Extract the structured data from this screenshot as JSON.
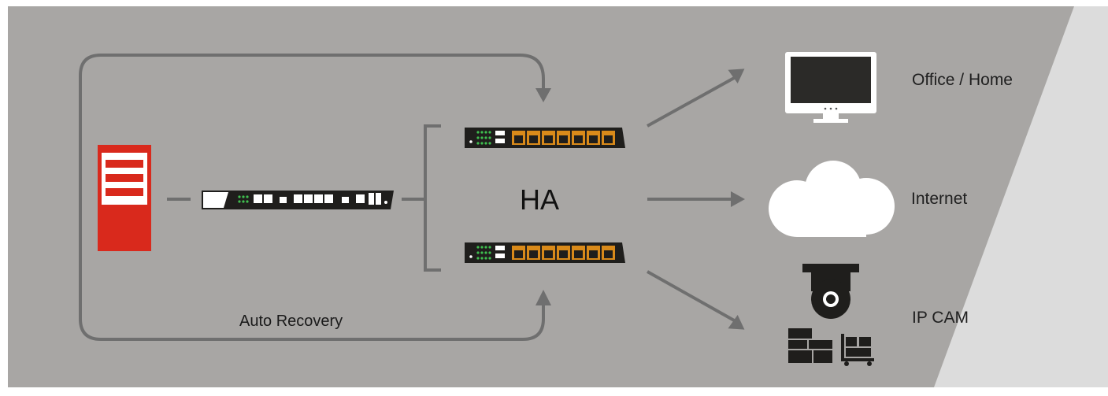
{
  "diagram": {
    "ha_label": "HA",
    "auto_recovery_label": "Auto Recovery",
    "destinations": [
      {
        "label": "Office / Home",
        "icon": "monitor-icon"
      },
      {
        "label": "Internet",
        "icon": "cloud-icon"
      },
      {
        "label": "IP CAM",
        "icon": "ip-camera-icon"
      }
    ],
    "devices": {
      "server": "server-icon",
      "main_router": "router-icon",
      "ha_primary": "switch-icon",
      "ha_secondary": "switch-icon"
    },
    "colors": {
      "background": "#a8a6a4",
      "right_panel": "#dcdcdc",
      "connector": "#6f6f6f",
      "server_red": "#d9291c",
      "device_body": "#1f1e1c",
      "port_orange": "#d98a1a",
      "led_green": "#3fbf4f",
      "white": "#ffffff"
    }
  }
}
